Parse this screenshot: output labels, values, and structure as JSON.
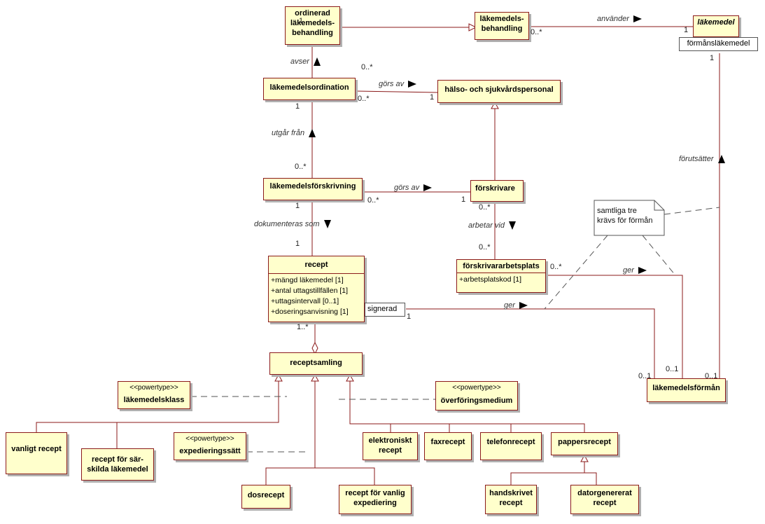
{
  "classes": {
    "ordinerad": "ordinerad\nläkemedels-\nbehandling",
    "behandling": "läkemedels-\nbehandling",
    "lakemedel": "läkemedel",
    "ordination": "läkemedelsordination",
    "personal": "hälso- och sjukvårdspersonal",
    "forskrivning": "läkemedelsförskrivning",
    "forskrivare": "förskrivare",
    "arbetsplats": "förskrivararbetsplats",
    "recept": "recept",
    "receptsamling": "receptsamling",
    "lakemedelsklass": "läkemedelsklass",
    "overforingsmedium": "överföringsmedium",
    "expedieringssatt": "expedieringssätt",
    "lakemedelsforman": "läkemedelsförmån",
    "vanligt_recept": "vanligt recept",
    "sarskilda": "recept för sär-\nskilda läkemedel",
    "dosrecept": "dosrecept",
    "vanlig_expediering": "recept för vanlig\nexpediering",
    "elektroniskt": "elektroniskt\nrecept",
    "faxrecept": "faxrecept",
    "telefonrecept": "telefonrecept",
    "pappersrecept": "pappersrecept",
    "handskrivet": "handskrivet\nrecept",
    "datorgenererat": "datorgenererat\nrecept"
  },
  "stereotype": "<<powertype>>",
  "recept_attributes": [
    "+mängd läkemedel [1]",
    "+antal uttagstillfällen [1]",
    "+uttagsintervall [0..1]",
    "+doseringsanvisning [1]"
  ],
  "arbetsplats_attributes": [
    "+arbetsplatskod [1]"
  ],
  "qualifiers": {
    "formanslakemedel": "förmånsläkemedel",
    "signerad": "signerad"
  },
  "note": "samtliga tre\nkrävs för förmån",
  "assoc_labels": {
    "anvander": "använder",
    "avser": "avser",
    "gors_av_1": "görs av",
    "utgar_fran": "utgår från",
    "gors_av_2": "görs av",
    "dokumenteras_som": "dokumenteras som",
    "arbetar_vid": "arbetar vid",
    "forutsatter": "förutsätter",
    "ger_1": "ger",
    "ger_2": "ger"
  },
  "multiplicities": {
    "m01": "1",
    "m02": "0..*",
    "m03": "1",
    "m04": "1",
    "m05": "0..*",
    "m06": "0..*",
    "m07": "1",
    "m08": "1",
    "m09": "0..*",
    "m10": "0..*",
    "m11": "1",
    "m12": "1",
    "m13": "0..*",
    "m14": "1",
    "m15": "0..*",
    "m16": "0..*",
    "m17": "1",
    "m18": "1..*",
    "m19": "0..1",
    "m20": "0..1",
    "m21": "0..1"
  }
}
